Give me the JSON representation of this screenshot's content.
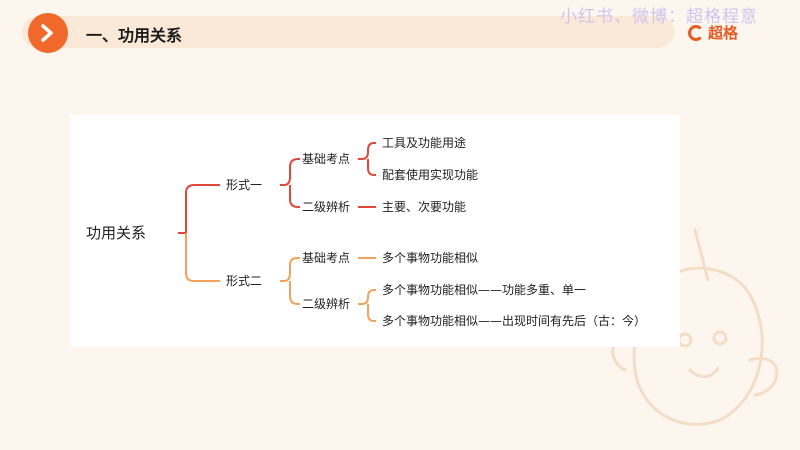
{
  "header": {
    "title": "一、功用关系",
    "watermark": "小红书、微博：超格程意",
    "brand": "超格"
  },
  "diagram": {
    "root": "功用关系",
    "branches": [
      {
        "label": "形式一",
        "children": [
          {
            "label": "基础考点",
            "items": [
              "工具及功能用途",
              "配套使用实现功能"
            ]
          },
          {
            "label": "二级辨析",
            "items": [
              "主要、次要功能"
            ]
          }
        ]
      },
      {
        "label": "形式二",
        "children": [
          {
            "label": "基础考点",
            "items": [
              "多个事物功能相似"
            ]
          },
          {
            "label": "二级辨析",
            "items": [
              "多个事物功能相似——功能多重、单一",
              "多个事物功能相似——出现时间有先后（古：今）"
            ]
          }
        ]
      }
    ]
  },
  "colors": {
    "accent": "#f0682a",
    "branch1": "#e0483a",
    "branch2": "#f3a25a",
    "header_bg": "#fbe9d8"
  }
}
